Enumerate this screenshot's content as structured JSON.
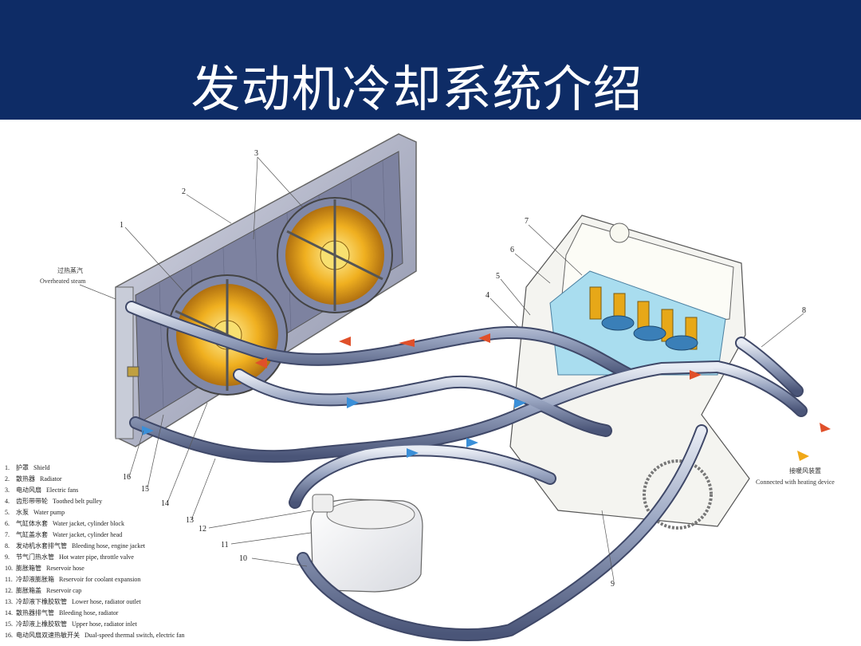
{
  "header": {
    "title": "发动机冷却系统介绍"
  },
  "diagram": {
    "callouts": [
      "1",
      "2",
      "3",
      "4",
      "5",
      "6",
      "7",
      "8",
      "9",
      "10",
      "11",
      "12",
      "13",
      "14",
      "15",
      "16"
    ],
    "labels": {
      "overheated_steam_zh": "过热蒸汽",
      "overheated_steam_en": "Overheated steam",
      "heating_zh": "接暖风装置",
      "heating_en": "Connected with heating device"
    }
  },
  "legend": [
    {
      "num": "1.",
      "zh": "护罩",
      "en": "Shield"
    },
    {
      "num": "2.",
      "zh": "散热器",
      "en": "Radiator"
    },
    {
      "num": "3.",
      "zh": "电动风扇",
      "en": "Electric fans"
    },
    {
      "num": "4.",
      "zh": "齿形带带轮",
      "en": "Toothed belt pulley"
    },
    {
      "num": "5.",
      "zh": "水泵",
      "en": "Water pump"
    },
    {
      "num": "6.",
      "zh": "气缸体水套",
      "en": "Water jacket, cylinder block"
    },
    {
      "num": "7.",
      "zh": "气缸盖水套",
      "en": "Water jacket, cylinder head"
    },
    {
      "num": "8.",
      "zh": "发动机水套排气管",
      "en": "Bleeding hose, engine jacket"
    },
    {
      "num": "9.",
      "zh": "节气门热水管",
      "en": "Hot water pipe, throttle valve"
    },
    {
      "num": "10.",
      "zh": "膨胀箱管",
      "en": "Reservoir hose"
    },
    {
      "num": "11.",
      "zh": "冷却液膨胀箱",
      "en": "Reservoir for coolant expansion"
    },
    {
      "num": "12.",
      "zh": "膨胀箱盖",
      "en": "Reservoir cap"
    },
    {
      "num": "13.",
      "zh": "冷却液下橡胶软管",
      "en": "Lower hose, radiator outlet"
    },
    {
      "num": "14.",
      "zh": "散热器排气管",
      "en": "Bleeding hose, radiator"
    },
    {
      "num": "15.",
      "zh": "冷却液上橡胶软管",
      "en": "Upper hose, radiator inlet"
    },
    {
      "num": "16.",
      "zh": "电动风扇双速热敏开关",
      "en": "Dual-speed thermal switch, electric fan"
    }
  ]
}
